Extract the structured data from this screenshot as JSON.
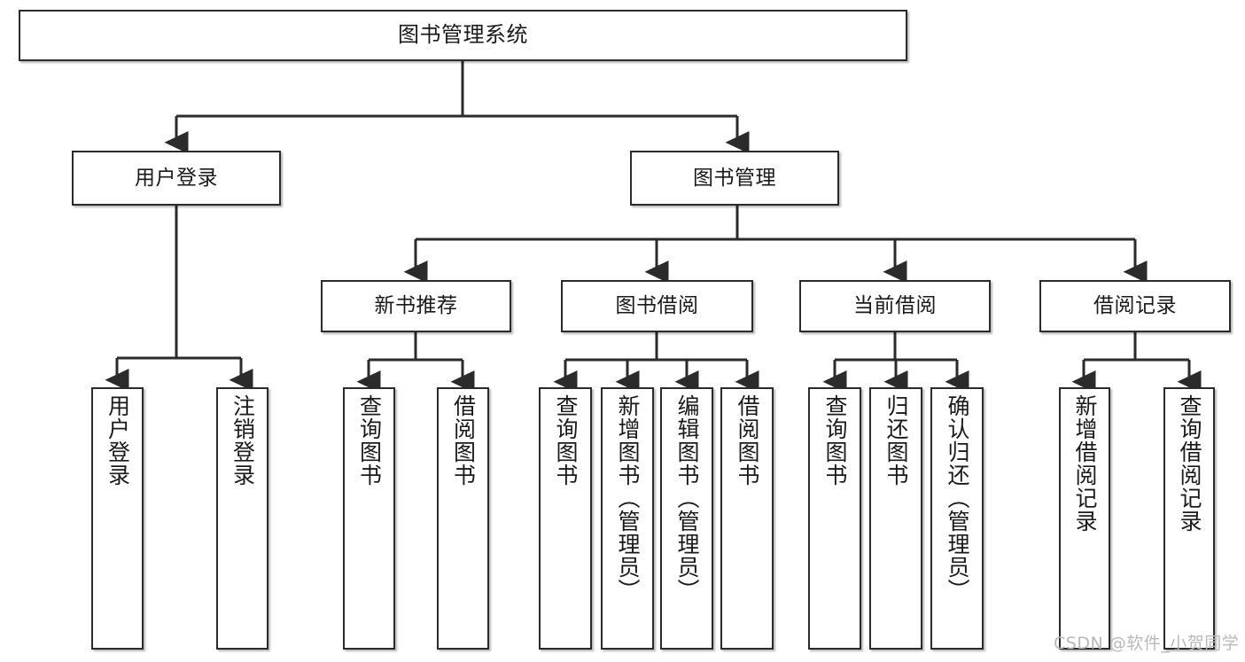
{
  "diagram": {
    "title": "图书管理系统",
    "watermark": "CSDN @软件_小贺同学",
    "line_color": "#2b2b2b",
    "box_fill": "#ffffff",
    "text_color": "#1a1a1a",
    "nodes": {
      "root": {
        "label": "图书管理系统"
      },
      "user_login": {
        "label": "用户登录"
      },
      "book_manage": {
        "label": "图书管理"
      },
      "new_book_rec": {
        "label": "新书推荐"
      },
      "book_borrow": {
        "label": "图书借阅"
      },
      "current_borrow": {
        "label": "当前借阅"
      },
      "borrow_record": {
        "label": "借阅记录"
      },
      "leaf_user_login": {
        "label": "用户登录"
      },
      "leaf_logout": {
        "label": "注销登录"
      },
      "leaf_query_book_1": {
        "label": "查询图书"
      },
      "leaf_borrow_book_1": {
        "label": "借阅图书"
      },
      "leaf_query_book_2": {
        "label": "查询图书"
      },
      "leaf_add_book": {
        "label": "新增图书（管理员）"
      },
      "leaf_edit_book": {
        "label": "编辑图书（管理员）"
      },
      "leaf_borrow_book_2": {
        "label": "借阅图书"
      },
      "leaf_query_book_3": {
        "label": "查询图书"
      },
      "leaf_return_book": {
        "label": "归还图书"
      },
      "leaf_confirm_return": {
        "label": "确认归还（管理员）"
      },
      "leaf_add_record": {
        "label": "新增借阅记录"
      },
      "leaf_query_record": {
        "label": "查询借阅记录"
      }
    },
    "edges": [
      {
        "from": "root",
        "to": "user_login"
      },
      {
        "from": "root",
        "to": "book_manage"
      },
      {
        "from": "user_login",
        "to": "leaf_user_login"
      },
      {
        "from": "user_login",
        "to": "leaf_logout"
      },
      {
        "from": "book_manage",
        "to": "new_book_rec"
      },
      {
        "from": "book_manage",
        "to": "book_borrow"
      },
      {
        "from": "book_manage",
        "to": "current_borrow"
      },
      {
        "from": "book_manage",
        "to": "borrow_record"
      },
      {
        "from": "new_book_rec",
        "to": "leaf_query_book_1"
      },
      {
        "from": "new_book_rec",
        "to": "leaf_borrow_book_1"
      },
      {
        "from": "book_borrow",
        "to": "leaf_query_book_2"
      },
      {
        "from": "book_borrow",
        "to": "leaf_add_book"
      },
      {
        "from": "book_borrow",
        "to": "leaf_edit_book"
      },
      {
        "from": "book_borrow",
        "to": "leaf_borrow_book_2"
      },
      {
        "from": "current_borrow",
        "to": "leaf_query_book_3"
      },
      {
        "from": "current_borrow",
        "to": "leaf_return_book"
      },
      {
        "from": "current_borrow",
        "to": "leaf_confirm_return"
      },
      {
        "from": "borrow_record",
        "to": "leaf_add_record"
      },
      {
        "from": "borrow_record",
        "to": "leaf_query_record"
      }
    ]
  }
}
